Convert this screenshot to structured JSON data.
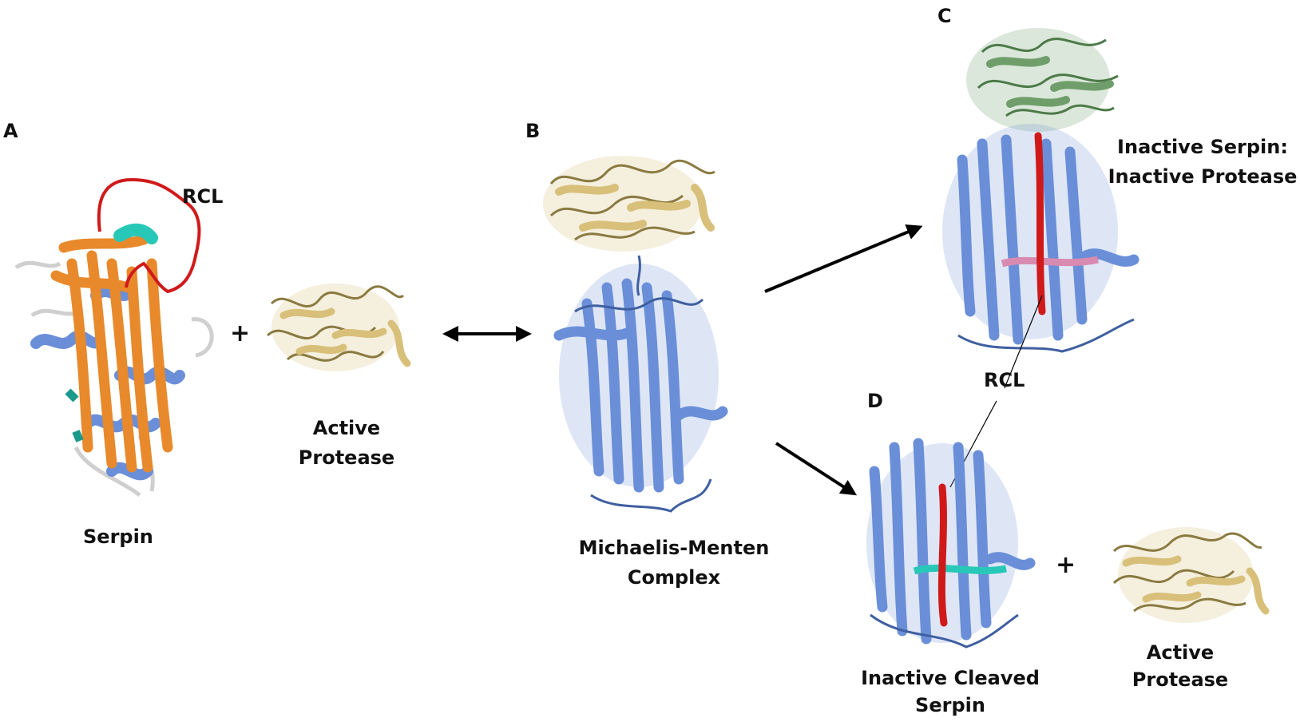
{
  "panels": {
    "a": "A",
    "b": "B",
    "c": "C",
    "d": "D"
  },
  "labels": {
    "rcl_a": "RCL",
    "serpin": "Serpin",
    "plus": "+",
    "active_protease_line1": "Active",
    "active_protease_line2": "Protease",
    "mm_line1": "Michaelis-Menten",
    "mm_line2": "Complex",
    "inactive_serpin_line1": "Inactive Serpin:",
    "inactive_serpin_line2": "Inactive Protease",
    "rcl_cd": "RCL",
    "cleaved_line1": "Inactive Cleaved",
    "cleaved_line2": "Serpin"
  },
  "colors": {
    "serpin_sheet": "#e8892b",
    "serpin_helix": "#6a8fd8",
    "rcl": "#d01a1a",
    "loop": "#d8d8d8",
    "protease": "#d8c07a",
    "protease_dark": "#8a7a40",
    "complex_protease_c": "#6f9e6a",
    "cyan": "#28c8b8",
    "teal": "#1a9a8a",
    "pink": "#d88ab0"
  }
}
